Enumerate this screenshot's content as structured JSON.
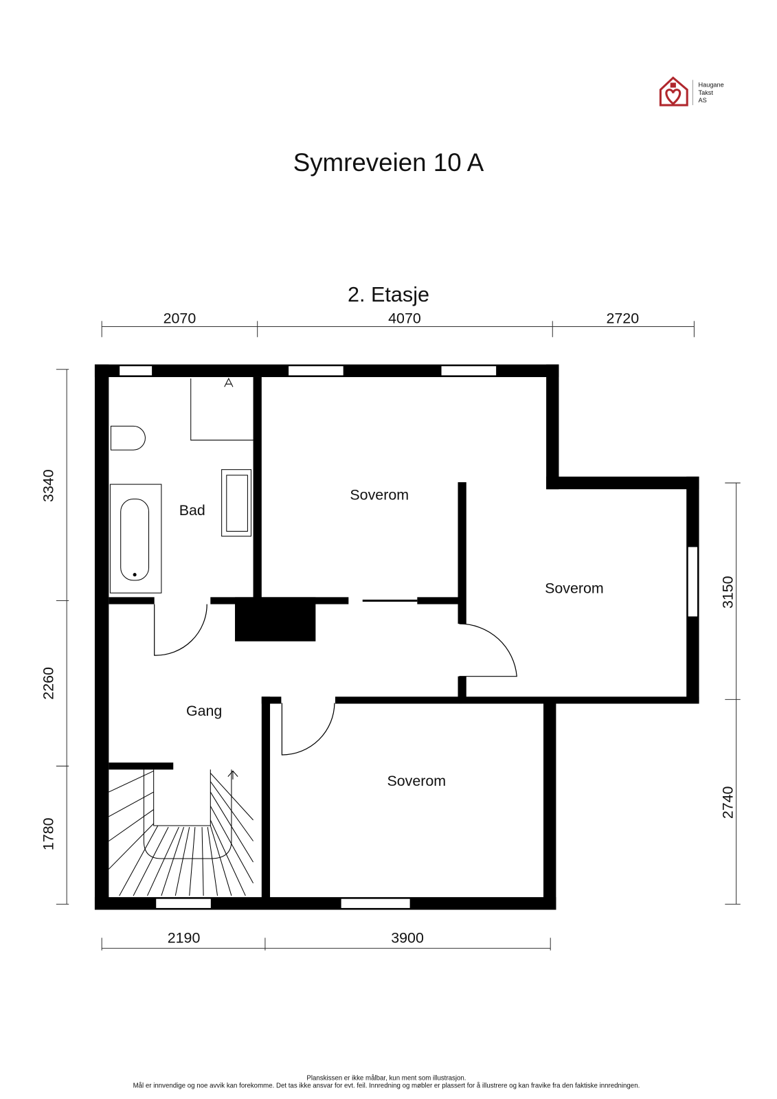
{
  "logo": {
    "company": "Haugane Takst AS",
    "lines": [
      "Haugane",
      "Takst",
      "AS"
    ],
    "color": "#b0272d"
  },
  "title": "Symreveien 10 A",
  "floor": "2. Etasje",
  "rooms": {
    "bad": "Bad",
    "soverom_top": "Soverom",
    "soverom_right": "Soverom",
    "soverom_bottom": "Soverom",
    "gang": "Gang"
  },
  "dimensions": {
    "top": [
      "2070",
      "4070",
      "2720"
    ],
    "bottom": [
      "2190",
      "3900"
    ],
    "left": [
      "3340",
      "2260",
      "1780"
    ],
    "right": [
      "3150",
      "2740"
    ]
  },
  "footer": {
    "line1": "Planskissen er ikke målbar, kun ment som illustrasjon.",
    "line2": "Mål er innvendige og noe avvik kan forekomme. Det tas ikke ansvar for evt. feil. Innredning og møbler er plassert for å illustrere og kan fravike fra den faktiske innredningen."
  }
}
